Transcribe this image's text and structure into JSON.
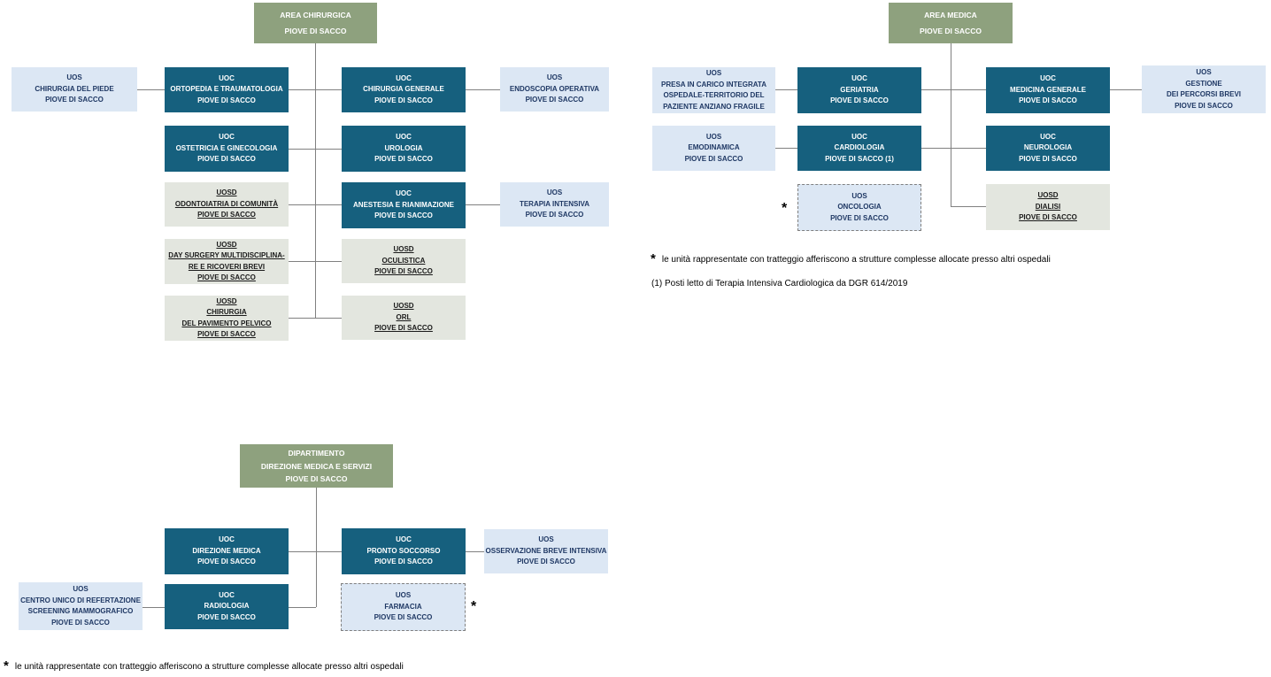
{
  "colors": {
    "header_green": "#8EA17E",
    "uoc_blue": "#16607E",
    "uos_light_blue": "#DCE7F4",
    "uos_text_navy": "#1F3864",
    "uosd_gray": "#E3E6DF",
    "connector_gray": "#808080"
  },
  "nodes": [
    {
      "id": "area-chirurgica",
      "kind": "header",
      "lines": [
        "AREA CHIRURGICA",
        "PIOVE DI SACCO"
      ]
    },
    {
      "id": "uos-chirurgia-del-piede",
      "kind": "uos",
      "lines": [
        "UOS",
        "CHIRURGIA DEL PIEDE",
        "PIOVE DI SACCO"
      ]
    },
    {
      "id": "uoc-ortopedia-e-traumatologia",
      "kind": "uoc",
      "lines": [
        "UOC",
        "ORTOPEDIA E TRAUMATOLOGIA",
        "PIOVE DI SACCO"
      ]
    },
    {
      "id": "uoc-chirurgia-generale",
      "kind": "uoc",
      "lines": [
        "UOC",
        "CHIRURGIA GENERALE",
        "PIOVE DI SACCO"
      ]
    },
    {
      "id": "uos-endoscopia-operativa",
      "kind": "uos",
      "lines": [
        "UOS",
        "ENDOSCOPIA OPERATIVA",
        "PIOVE DI SACCO"
      ]
    },
    {
      "id": "uoc-ostetricia-e-ginecologia",
      "kind": "uoc",
      "lines": [
        "UOC",
        "OSTETRICIA E GINECOLOGIA",
        "PIOVE DI SACCO"
      ]
    },
    {
      "id": "uoc-urologia",
      "kind": "uoc",
      "lines": [
        "UOC",
        "UROLOGIA",
        "PIOVE DI SACCO"
      ]
    },
    {
      "id": "uosd-odontoiatria-di-comunita",
      "kind": "uosd",
      "lines": [
        "UOSD",
        "ODONTOIATRIA DI COMUNITÀ",
        "PIOVE DI SACCO"
      ]
    },
    {
      "id": "uoc-anestesia-e-rianimazione",
      "kind": "uoc",
      "lines": [
        "UOC",
        "ANESTESIA E RIANIMAZIONE",
        "PIOVE DI SACCO"
      ]
    },
    {
      "id": "uos-terapia-intensiva",
      "kind": "uos",
      "lines": [
        "UOS",
        "TERAPIA INTENSIVA",
        "PIOVE DI SACCO"
      ]
    },
    {
      "id": "uosd-day-surgery",
      "kind": "uosd",
      "lines": [
        "UOSD",
        "DAY SURGERY MULTIDISCIPLINA-",
        "RE E RICOVERI BREVI",
        "PIOVE DI SACCO"
      ]
    },
    {
      "id": "uosd-oculistica",
      "kind": "uosd",
      "lines": [
        "UOSD",
        "OCULISTICA",
        "PIOVE DI SACCO"
      ]
    },
    {
      "id": "uosd-chirurgia-pavimento-pelvico",
      "kind": "uosd",
      "lines": [
        "UOSD",
        "CHIRURGIA",
        "DEL PAVIMENTO PELVICO",
        "PIOVE DI SACCO"
      ]
    },
    {
      "id": "uosd-orl",
      "kind": "uosd",
      "lines": [
        "UOSD",
        "ORL",
        "PIOVE DI SACCO"
      ]
    },
    {
      "id": "area-medica",
      "kind": "header",
      "lines": [
        "AREA MEDICA",
        "PIOVE DI SACCO"
      ]
    },
    {
      "id": "uos-presa-in-carico",
      "kind": "uos",
      "lines": [
        "UOS",
        "PRESA IN CARICO INTEGRATA",
        "OSPEDALE-TERRITORIO DEL",
        "PAZIENTE ANZIANO FRAGILE"
      ]
    },
    {
      "id": "uoc-geriatria",
      "kind": "uoc",
      "lines": [
        "UOC",
        "GERIATRIA",
        "PIOVE DI SACCO"
      ]
    },
    {
      "id": "uoc-medicina-generale",
      "kind": "uoc",
      "lines": [
        "UOC",
        "MEDICINA GENERALE",
        "PIOVE DI SACCO"
      ]
    },
    {
      "id": "uos-gestione-percorsi-brevi",
      "kind": "uos",
      "lines": [
        "UOS",
        "GESTIONE",
        "DEI PERCORSI BREVI",
        "PIOVE DI SACCO"
      ]
    },
    {
      "id": "uos-emodinamica",
      "kind": "uos",
      "lines": [
        "UOS",
        "EMODINAMICA",
        "PIOVE DI SACCO"
      ]
    },
    {
      "id": "uoc-cardiologia",
      "kind": "uoc",
      "lines": [
        "UOC",
        "CARDIOLOGIA",
        "PIOVE DI SACCO (1)"
      ]
    },
    {
      "id": "uoc-neurologia",
      "kind": "uoc",
      "lines": [
        "UOC",
        "NEUROLOGIA",
        "PIOVE DI SACCO"
      ]
    },
    {
      "id": "uos-oncologia",
      "kind": "uos-dashed",
      "lines": [
        "UOS",
        "ONCOLOGIA",
        "PIOVE DI SACCO"
      ]
    },
    {
      "id": "uosd-dialisi",
      "kind": "uosd",
      "lines": [
        "UOSD",
        "DIALISI",
        "PIOVE DI SACCO"
      ]
    },
    {
      "id": "dipartimento-direzione-medica-e-servizi",
      "kind": "header",
      "lines": [
        "DIPARTIMENTO",
        "DIREZIONE MEDICA E SERVIZI",
        "PIOVE DI SACCO"
      ]
    },
    {
      "id": "uoc-direzione-medica",
      "kind": "uoc",
      "lines": [
        "UOC",
        "DIREZIONE MEDICA",
        "PIOVE DI SACCO"
      ]
    },
    {
      "id": "uoc-pronto-soccorso",
      "kind": "uoc",
      "lines": [
        "UOC",
        "PRONTO SOCCORSO",
        "PIOVE DI SACCO"
      ]
    },
    {
      "id": "uos-osservazione-breve-intensiva",
      "kind": "uos",
      "lines": [
        "UOS",
        "OSSERVAZIONE BREVE INTENSIVA",
        "PIOVE DI SACCO"
      ]
    },
    {
      "id": "uos-centro-unico-refertazione",
      "kind": "uos",
      "lines": [
        "UOS",
        "CENTRO UNICO DI REFERTAZIONE",
        "SCREENING MAMMOGRAFICO",
        "PIOVE DI SACCO"
      ]
    },
    {
      "id": "uoc-radiologia",
      "kind": "uoc",
      "lines": [
        "UOC",
        "RADIOLOGIA",
        "PIOVE DI SACCO"
      ]
    },
    {
      "id": "uos-farmacia",
      "kind": "uos-dashed",
      "lines": [
        "UOS",
        "FARMACIA",
        "PIOVE DI SACCO"
      ]
    }
  ],
  "annotations": {
    "asterisk": "*",
    "footnote_dashed_right": "le unità rappresentate con tratteggio afferiscono a strutture complesse allocate presso altri ospedali",
    "footnote_cardiologia": "(1) Posti letto di Terapia Intensiva Cardiologica da DGR 614/2019",
    "footnote_dashed_bottom": "le unità rappresentate con tratteggio afferiscono a strutture complesse allocate presso altri ospedali"
  }
}
